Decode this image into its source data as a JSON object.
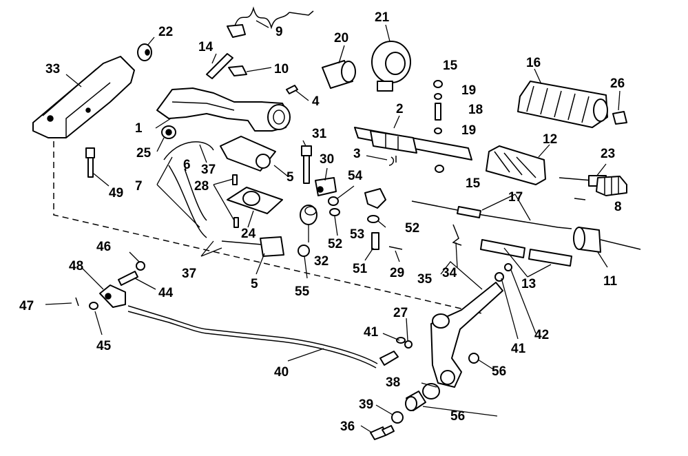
{
  "callouts": {
    "c1": "1",
    "c2": "2",
    "c3": "3",
    "c4": "4",
    "c5a": "5",
    "c5b": "5",
    "c6": "6",
    "c7": "7",
    "c8": "8",
    "c9": "9",
    "c10": "10",
    "c11": "11",
    "c12": "12",
    "c13": "13",
    "c14": "14",
    "c15a": "15",
    "c15b": "15",
    "c16": "16",
    "c17": "17",
    "c18": "18",
    "c19a": "19",
    "c19b": "19",
    "c20": "20",
    "c21": "21",
    "c22": "22",
    "c23": "23",
    "c24": "24",
    "c25": "25",
    "c26": "26",
    "c27": "27",
    "c28": "28",
    "c29": "29",
    "c30": "30",
    "c31": "31",
    "c32": "32",
    "c33": "33",
    "c34": "34",
    "c35": "35",
    "c36": "36",
    "c37a": "37",
    "c37b": "37",
    "c38": "38",
    "c39": "39",
    "c40": "40",
    "c41a": "41",
    "c41b": "41",
    "c42": "42",
    "c44": "44",
    "c45": "45",
    "c46": "46",
    "c47": "47",
    "c48": "48",
    "c49": "49",
    "c51": "51",
    "c52a": "52",
    "c52b": "52",
    "c53": "53",
    "c54": "54",
    "c55": "55",
    "c56a": "56",
    "c56b": "56"
  }
}
